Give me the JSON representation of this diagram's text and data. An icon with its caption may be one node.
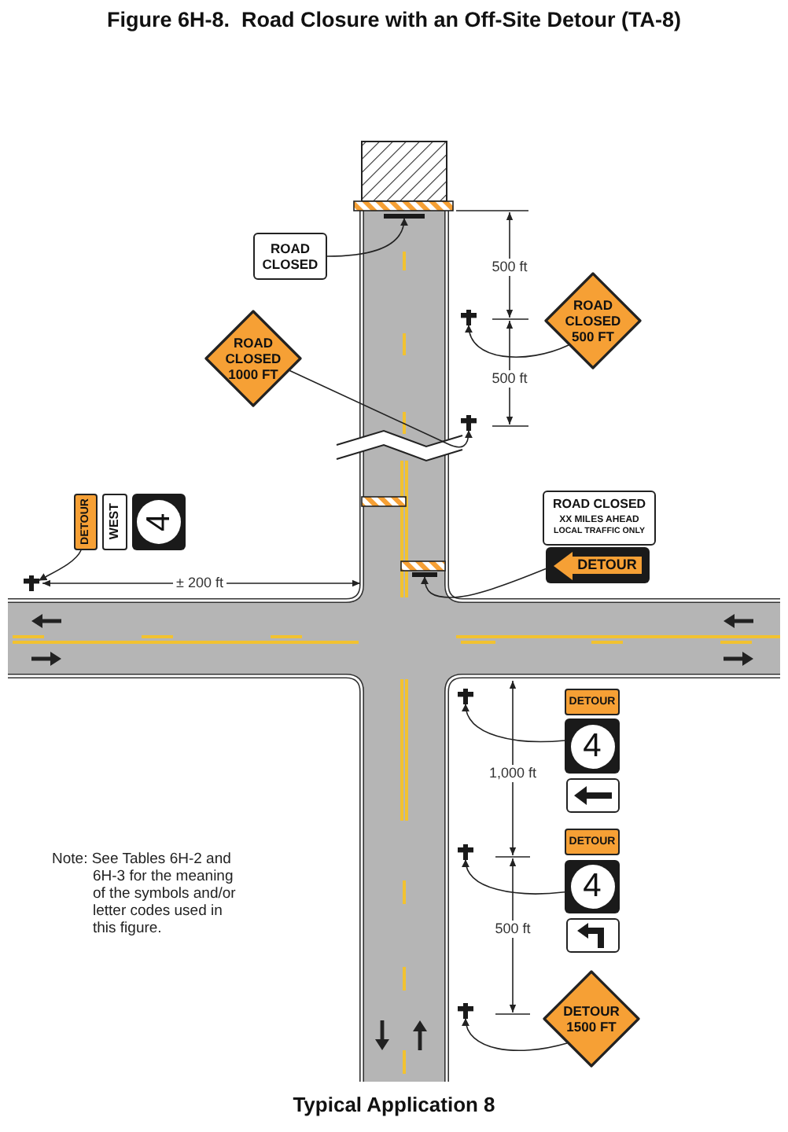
{
  "diagram": {
    "title": "Figure 6H-8.  Road Closure with an Off-Site Detour (TA-8)",
    "caption": "Typical Application 8",
    "nodes": [
      {
        "text": [
          "ROAD CLOSED"
        ]
      },
      {
        "text": [],
        "shape": "bar"
      },
      {
        "text": [
          "ROAD CLOSED 500 FT"
        ]
      },
      {
        "text": [],
        "shape": "post"
      },
      {
        "text": [
          "ROAD CLOSED 1000 FT"
        ]
      },
      {
        "text": [],
        "shape": "post"
      },
      {
        "text": [
          "DETOUR"
        ]
      },
      {
        "text": [
          "WEST"
        ]
      },
      {
        "text": [
          "4"
        ]
      },
      {
        "text": [],
        "shape": "post"
      },
      {
        "text": [
          "ROAD CLOSED",
          "XX MILES AHEAD",
          "LOCAL TRAFFIC ONLY"
        ]
      },
      {
        "text": [
          "DETOUR"
        ]
      },
      {
        "text": [],
        "shape": "bar"
      },
      {
        "text": [
          "DETOUR"
        ]
      },
      {
        "text": [
          "4"
        ]
      },
      {
        "text": [],
        "shape": "box"
      },
      {
        "text": [],
        "shape": "post"
      },
      {
        "text": [
          "DETOUR"
        ]
      },
      {
        "text": [
          "4"
        ]
      },
      {
        "text": [],
        "shape": "box"
      },
      {
        "text": [],
        "shape": "post"
      },
      {
        "text": [
          "DETOUR 1500 FT"
        ]
      },
      {
        "text": [],
        "shape": "post"
      }
    ],
    "edges": [
      {
        "from": 0,
        "to": 1,
        "arrow": "to"
      },
      {
        "from": 2,
        "to": 3,
        "arrow": "to"
      },
      {
        "from": 4,
        "to": 5,
        "arrow": "to"
      },
      {
        "from": 6,
        "to": 9,
        "arrow": "to"
      },
      {
        "from": 11,
        "to": 12,
        "arrow": "to"
      },
      {
        "from": 14,
        "to": 16,
        "arrow": "to"
      },
      {
        "from": 18,
        "to": 20,
        "arrow": "to"
      },
      {
        "from": 21,
        "to": 22,
        "arrow": "to"
      }
    ],
    "labels": [
      "500 ft",
      "500 ft",
      "± 200 ft",
      "1,000 ft",
      "Note: See Tables 6H-2 and 6H-3 for the meaning of the symbols and/or letter codes used in this figure.",
      "500 ft"
    ]
  }
}
